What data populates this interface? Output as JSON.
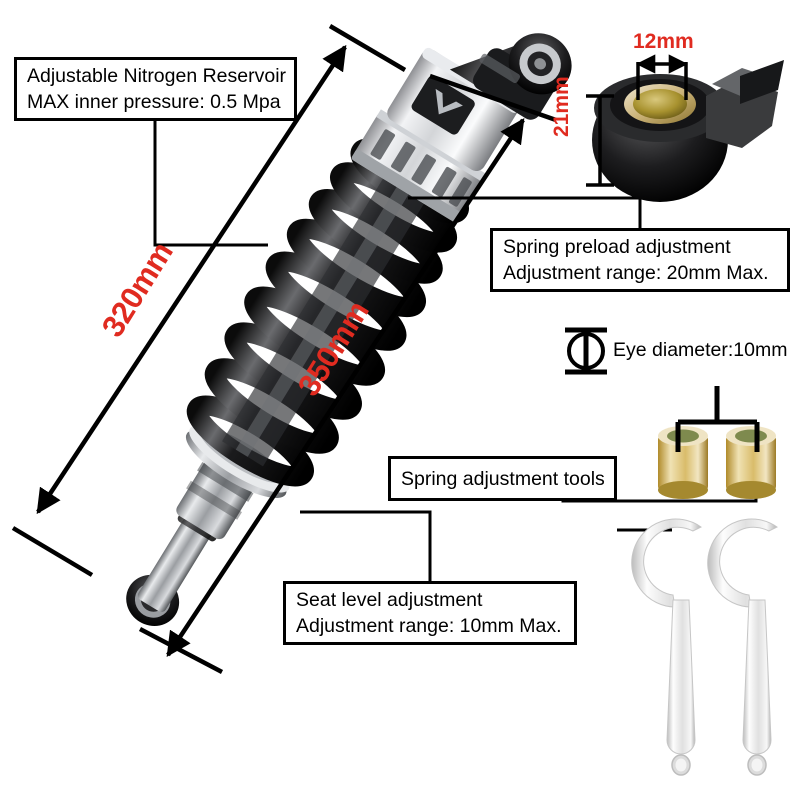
{
  "product": {
    "name": "motorcycle-shock-absorber",
    "description": "Adjustable nitrogen rear shock absorber with spring adjustment tools"
  },
  "callouts": [
    {
      "id": "nitrogen",
      "lines": [
        "Adjustable Nitrogen Reservoir",
        "MAX inner pressure: 0.5 Mpa"
      ]
    },
    {
      "id": "preload",
      "lines": [
        "Spring preload adjustment",
        "Adjustment range: 20mm Max."
      ]
    },
    {
      "id": "tools",
      "lines": [
        "Spring adjustment tools"
      ]
    },
    {
      "id": "seat",
      "lines": [
        "Seat level adjustment",
        "Adjustment range: 10mm Max."
      ]
    }
  ],
  "eye": {
    "icon": "diameter-symbol-icon",
    "label": "Eye diameter:10mm"
  },
  "dimensions": {
    "overall_length": "320mm",
    "eye_to_eye_length": "350mm",
    "bushing_bore": "12mm",
    "bushing_height": "21mm"
  },
  "colors": {
    "dimension_text": "#e02b20",
    "callout_border": "#000000",
    "background": "#ffffff",
    "bushing_brass": "#c9a227",
    "tool_silver": "#e3e3e3"
  },
  "parts": [
    {
      "name": "upper-eyelet-mount",
      "finish": "black"
    },
    {
      "name": "nitrogen-reservoir-body",
      "finish": "silver"
    },
    {
      "name": "preload-adjuster-collar",
      "finish": "silver"
    },
    {
      "name": "coil-spring",
      "finish": "black"
    },
    {
      "name": "damper-shaft",
      "finish": "chrome"
    },
    {
      "name": "lower-eyelet-mount",
      "finish": "black"
    },
    {
      "name": "bushing-left",
      "finish": "brass"
    },
    {
      "name": "bushing-right",
      "finish": "brass"
    },
    {
      "name": "c-spanner-wrench-left",
      "finish": "silver"
    },
    {
      "name": "c-spanner-wrench-right",
      "finish": "silver"
    },
    {
      "name": "bearing-detail-photo",
      "finish": "black"
    }
  ]
}
